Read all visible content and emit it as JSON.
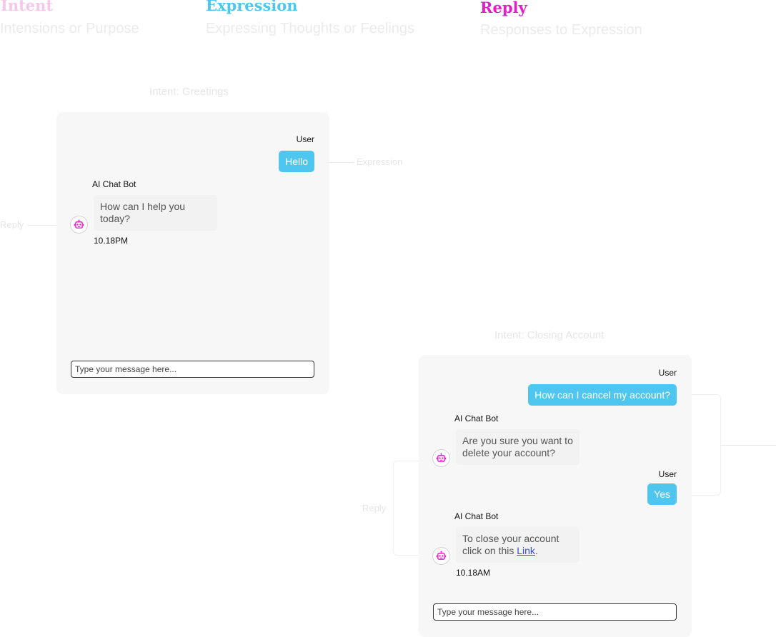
{
  "legend": {
    "intent": {
      "title": "Intent",
      "subtitle": "Intensions or Purpose",
      "color": "#f4c8e8"
    },
    "expression": {
      "title": "Expression",
      "subtitle": "Expressing Thoughts or Feelings",
      "color": "#4fc6f0"
    },
    "reply": {
      "title": "Reply",
      "subtitle": "Responses to Expression",
      "color": "#e21fc7"
    }
  },
  "annotations": {
    "expression_label": "Expression",
    "reply_left_label": "Reply",
    "reply_right_label": "Reply"
  },
  "chat1": {
    "intent_caption": "Intent: Greetings",
    "user_label": "User",
    "user_message": "Hello",
    "bot_label": "AI Chat Bot",
    "bot_message": "How can I help you today?",
    "timestamp": "10.18PM",
    "input_placeholder": "Type your message here..."
  },
  "chat2": {
    "intent_caption": "Intent: Closing Account",
    "user_label_1": "User",
    "user_message_1": "How can I cancel my account?",
    "bot_label_1": "AI Chat Bot",
    "bot_message_1": "Are you sure you want to delete your account?",
    "user_label_2": "User",
    "user_message_2": "Yes",
    "bot_label_2": "AI Chat Bot",
    "bot_message_2_prefix": "To close your account click on this ",
    "bot_message_2_link": "Link",
    "bot_message_2_suffix": ".",
    "timestamp": "10.18AM",
    "input_placeholder": "Type your message here..."
  },
  "colors": {
    "user_bubble": "#4fc6f0",
    "bot_bubble": "#f2f2f2",
    "card_background": "#f7f7f7",
    "bot_icon": "#e21fc7",
    "link": "#3b4fe0"
  },
  "icons": {
    "bot_avatar": "robot-icon"
  }
}
